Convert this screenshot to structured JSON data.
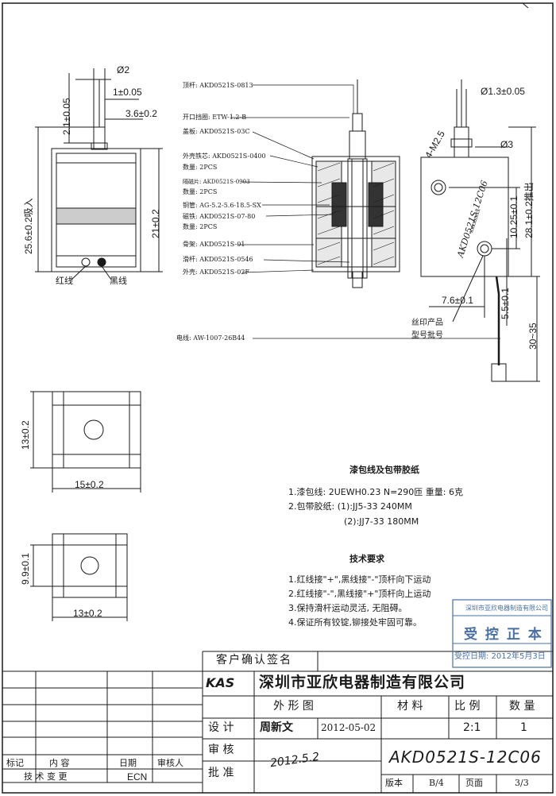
{
  "dims": {
    "d2": "Ø2",
    "t105": "1±0.05",
    "v21005": "2.1±0.05",
    "h36": "3.6±0.2",
    "stroke": "25.6±0.2吸入",
    "h21": "21±0.2",
    "d13": "Ø1.3±0.05",
    "m25": "4-M2.5",
    "d3": "Ø3",
    "h10": "10.25±0.1",
    "push": "28.1±0.2推出",
    "w76": "7.6±0.1",
    "w55": "5.5±0.1",
    "wire": "30~35",
    "s13": "13±0.2",
    "s15": "15±0.2",
    "s99": "9.9±0.1",
    "s13b": "13±0.2"
  },
  "wires": {
    "red": "红线",
    "black": "黑线"
  },
  "parts": [
    {
      "label": "顶杆:",
      "code": "AKD0521S-0813"
    },
    {
      "label": "开口挡圈:",
      "code": "ETW-1.2-B"
    },
    {
      "label": "盖板:",
      "code": "AKD0521S-03C"
    },
    {
      "label": "外壳铁芯:",
      "code": "AKD0521S-0400"
    },
    {
      "label": "数量:",
      "code": "2PCS"
    },
    {
      "label": "隔磁片:",
      "code": "AKD0521S-0903"
    },
    {
      "label": "数量:",
      "code": "2PCS"
    },
    {
      "label": "铜管:",
      "code": "AG-5.2-5.6-18.5-SX"
    },
    {
      "label": "磁铁:",
      "code": "AKD0521S-07-80"
    },
    {
      "label": "数量:",
      "code": "2PCS"
    },
    {
      "label": "骨架:",
      "code": "AKD0521S-01"
    },
    {
      "label": "滑杆:",
      "code": "AKD0521S-0546"
    },
    {
      "label": "外壳:",
      "code": "AKD0521S-02F"
    },
    {
      "label": "电线:",
      "code": "AW-1007-26B44"
    }
  ],
  "silk": {
    "model": "AKD0521S-12C06",
    "batch": "xxxxxxxx",
    "note1": "丝印产品",
    "note2": "型号批号"
  },
  "materials": {
    "title": "漆包线及包带胶纸",
    "line1": "1.漆包线: 2UEWH0.23  N=290匝  重量: 6克",
    "line2": "2.包带胶纸: (1):JJ5-33  240MM",
    "line3": "(2):JJ7-33  180MM"
  },
  "tech": {
    "title": "技术要求",
    "items": [
      "1.红线接\"+\",黑线接\"-\"顶杆向下运动",
      "2.红线接\"-\",黑线接\"+\"顶杆向上运动",
      "3.保持滑杆运动灵活, 无阻碍。",
      "4.保证所有铰锭,铆接处牢固可靠。"
    ]
  },
  "stamp": {
    "top": "深圳市亚欣电器制造有限公司",
    "main": "受 控 正 本",
    "date": "受控日期: 2012年5月3日"
  },
  "titleblock": {
    "customer": "客户确认签名",
    "logo": "KAS",
    "company": "深圳市亚欣电器制造有限公司",
    "shape": "外 形 图",
    "material": "材 料",
    "ratio_label": "比 例",
    "qty_label": "数 量",
    "design": "设 计",
    "designer": "周新文",
    "date": "2012-05-02",
    "ratio": "2:1",
    "qty": "1",
    "check": "审 核",
    "approve": "批 准",
    "sign": "2012.5.2",
    "drawing_no": "AKD0521S-12C06",
    "version_label": "版本",
    "version": "B/4",
    "page_label": "页面",
    "page": "3/3"
  },
  "revision": {
    "h1": "标记",
    "h2": "内  容",
    "h3": "日期",
    "h4": "审核人",
    "f1": "技 术 变 更",
    "f2": "ECN"
  }
}
